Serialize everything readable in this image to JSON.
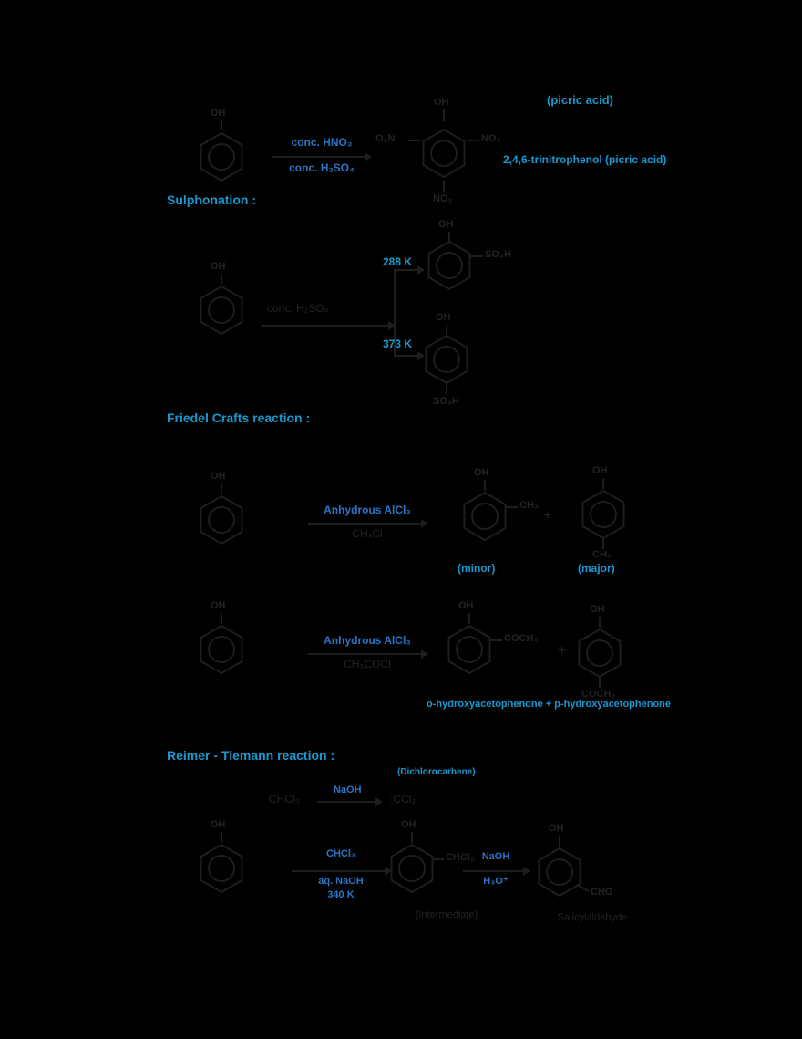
{
  "colors": {
    "background": "#000000",
    "structure": "#201d1a",
    "dark_text": "#262220",
    "reagent_blue": "#2b74c5",
    "label_cyan": "#1a98cd"
  },
  "groups": {
    "oh": "OH",
    "no2": "NO₂",
    "o2n": "O₂N",
    "so3h": "SO₃H",
    "ch3": "CH₃",
    "coch3": "COCH₃",
    "chcl2": "CHCl₂",
    "cho": "CHO"
  },
  "scheme_nitration": {
    "arrow_top": "conc. HNO₃",
    "arrow_bottom": "conc. H₂SO₄",
    "note_top": "(picric acid)",
    "note_right": "2,4,6-trinitrophenol (picric acid)"
  },
  "heading_sulphonation": "Sulphonation :",
  "scheme_sulphonation": {
    "reagent": "conc. H₂SO₄",
    "branch_top": "288 K",
    "branch_bottom": "373 K"
  },
  "heading_friedel": "Friedel Crafts reaction :",
  "scheme_alkylation": {
    "arrow_top": "Anhydrous AlCl₃",
    "arrow_bottom": "CH₃Cl",
    "plus": "+",
    "label_minor": "(minor)",
    "label_major": "(major)"
  },
  "scheme_acylation": {
    "arrow_top": "Anhydrous AlCl₃",
    "arrow_bottom": "CH₃COCl",
    "plus": "+",
    "note": "o-hydroxyacetophenone + p-hydroxyacetophenone"
  },
  "heading_reimer": "Reimer - Tiemann reaction :",
  "scheme_carbene": {
    "reactant": "CHCl₃",
    "arrow_top": "NaOH",
    "product": ":CCl₂",
    "note": "(Dichlorocarbene)"
  },
  "scheme_reimer": {
    "arrow1_top": "CHCl₃",
    "arrow1_bottom1": "aq. NaOH",
    "arrow1_bottom2": "340 K",
    "intermediate_label": "(Intermediate)",
    "arrow2_top": "NaOH",
    "arrow2_bottom": "H₃O⁺",
    "product_label": "Salicylaldehyde"
  }
}
